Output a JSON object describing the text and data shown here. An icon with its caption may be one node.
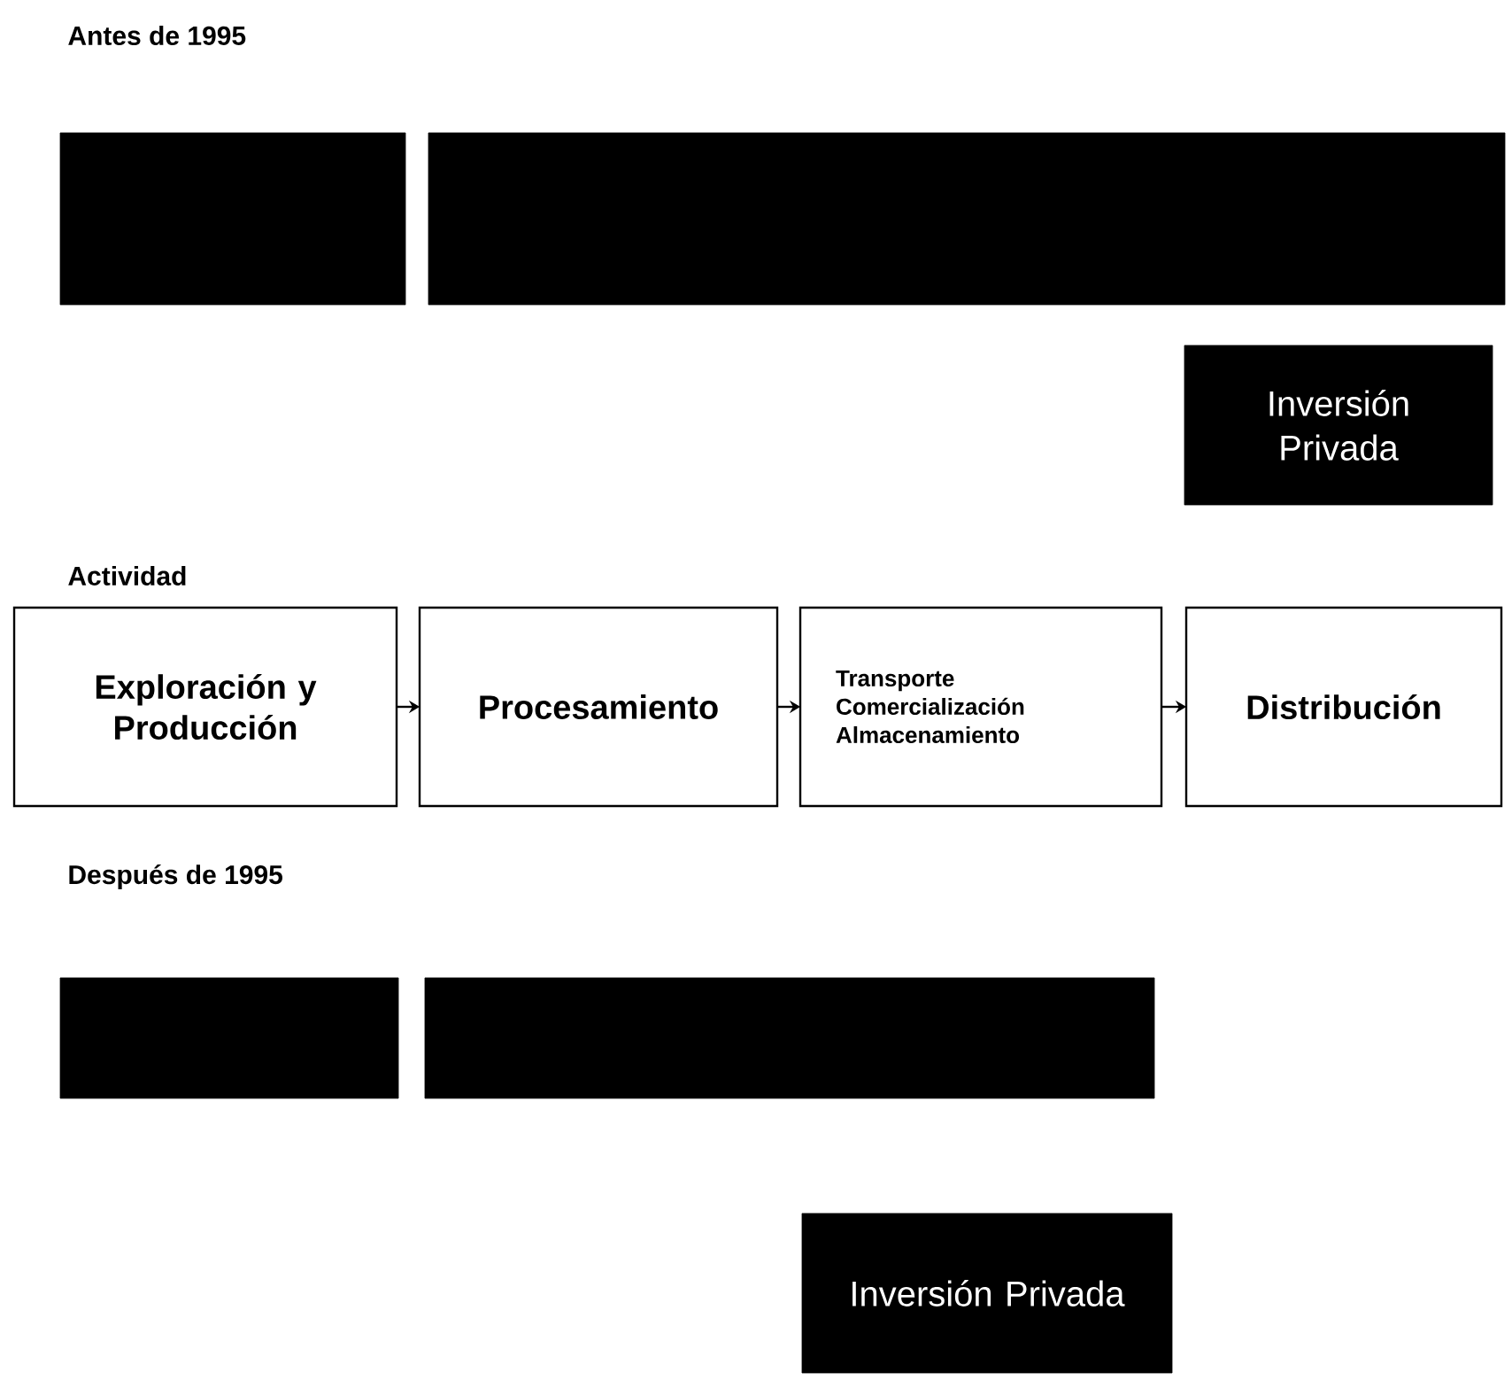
{
  "diagram": {
    "nodes": [
      {
        "text": [],
        "shape": "box"
      },
      {
        "text": [],
        "shape": "box"
      },
      {
        "text": [
          "Inversión Privada"
        ]
      },
      {
        "text": [
          "Exploración y Producción"
        ]
      },
      {
        "text": [
          "Procesamiento"
        ]
      },
      {
        "text": [
          "Transporte Comercialización Almacenamiento"
        ]
      },
      {
        "text": [
          "Distribución"
        ]
      },
      {
        "text": [],
        "shape": "box"
      },
      {
        "text": [],
        "shape": "box"
      },
      {
        "text": [
          "Inversión Privada"
        ]
      }
    ],
    "edges": [
      {
        "from": 3,
        "to": 4,
        "arrow": "to"
      },
      {
        "from": 4,
        "to": 5,
        "arrow": "to"
      },
      {
        "from": 5,
        "to": 6,
        "arrow": "to"
      }
    ],
    "labels": [
      "Antes de 1995",
      "Actividad",
      "Después de 1995"
    ]
  }
}
